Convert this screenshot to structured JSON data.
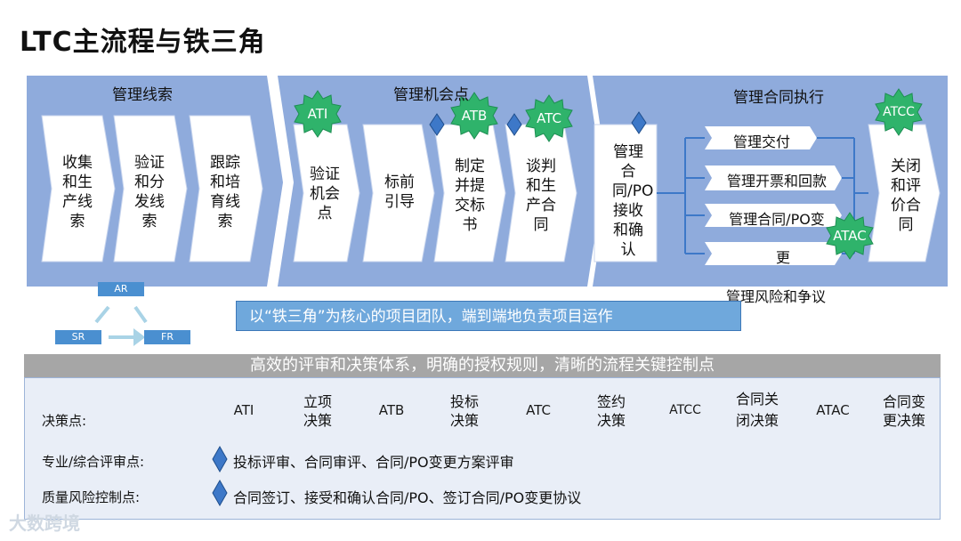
{
  "title": "LTC主流程与铁三角",
  "phases": [
    {
      "label": "管理线索",
      "steps": [
        "收集和生产线索",
        "验证和分发线索",
        "跟踪和培育线索"
      ]
    },
    {
      "label": "管理机会点",
      "steps": [
        "验证机会点",
        "标前引导",
        "制定并提交标书",
        "谈判和生产合同"
      ]
    },
    {
      "label": "管理合同执行",
      "steps": [
        "管理合同/PO接收和确认",
        "关闭和评价合同"
      ],
      "sub_items": [
        "管理交付",
        "管理开票和回款",
        "管理合同/PO变",
        "更",
        "管理风险和争议"
      ]
    }
  ],
  "stars": {
    "ati": "ATI",
    "atb": "ATB",
    "atc": "ATC",
    "atcc": "ATCC",
    "atac": "ATAC"
  },
  "triangle": {
    "ar": "AR",
    "sr": "SR",
    "fr": "FR"
  },
  "banner": "以“铁三角”为核心的项目团队，端到端地负责项目运作",
  "gray_bar": "高效的评审和决策体系，明确的授权规则，清晰的流程关键控制点",
  "bottom": {
    "decision_label": "决策点:",
    "decisions": [
      {
        "star": "ATI",
        "text": "立项决策"
      },
      {
        "star": "ATB",
        "text": "投标决策"
      },
      {
        "star": "ATC",
        "text": "签约决策"
      },
      {
        "star": "ATCC",
        "text": "合同关闭决策"
      },
      {
        "star": "ATAC",
        "text": "合同变更决策"
      }
    ],
    "review_label": "专业/综合评审点:",
    "review_text": "投标评审、合同审评、合同/PO变更方案评审",
    "quality_label": "质量风险控制点:",
    "quality_text": "合同签订、接受和确认合同/PO、签订合同/PO变更协议"
  },
  "watermark": "大数跨境",
  "colors": {
    "phase_bg": "#8fabdc",
    "star": "#2fb36b",
    "diamond": "#3d78c8",
    "banner": "#6fa8dc"
  }
}
